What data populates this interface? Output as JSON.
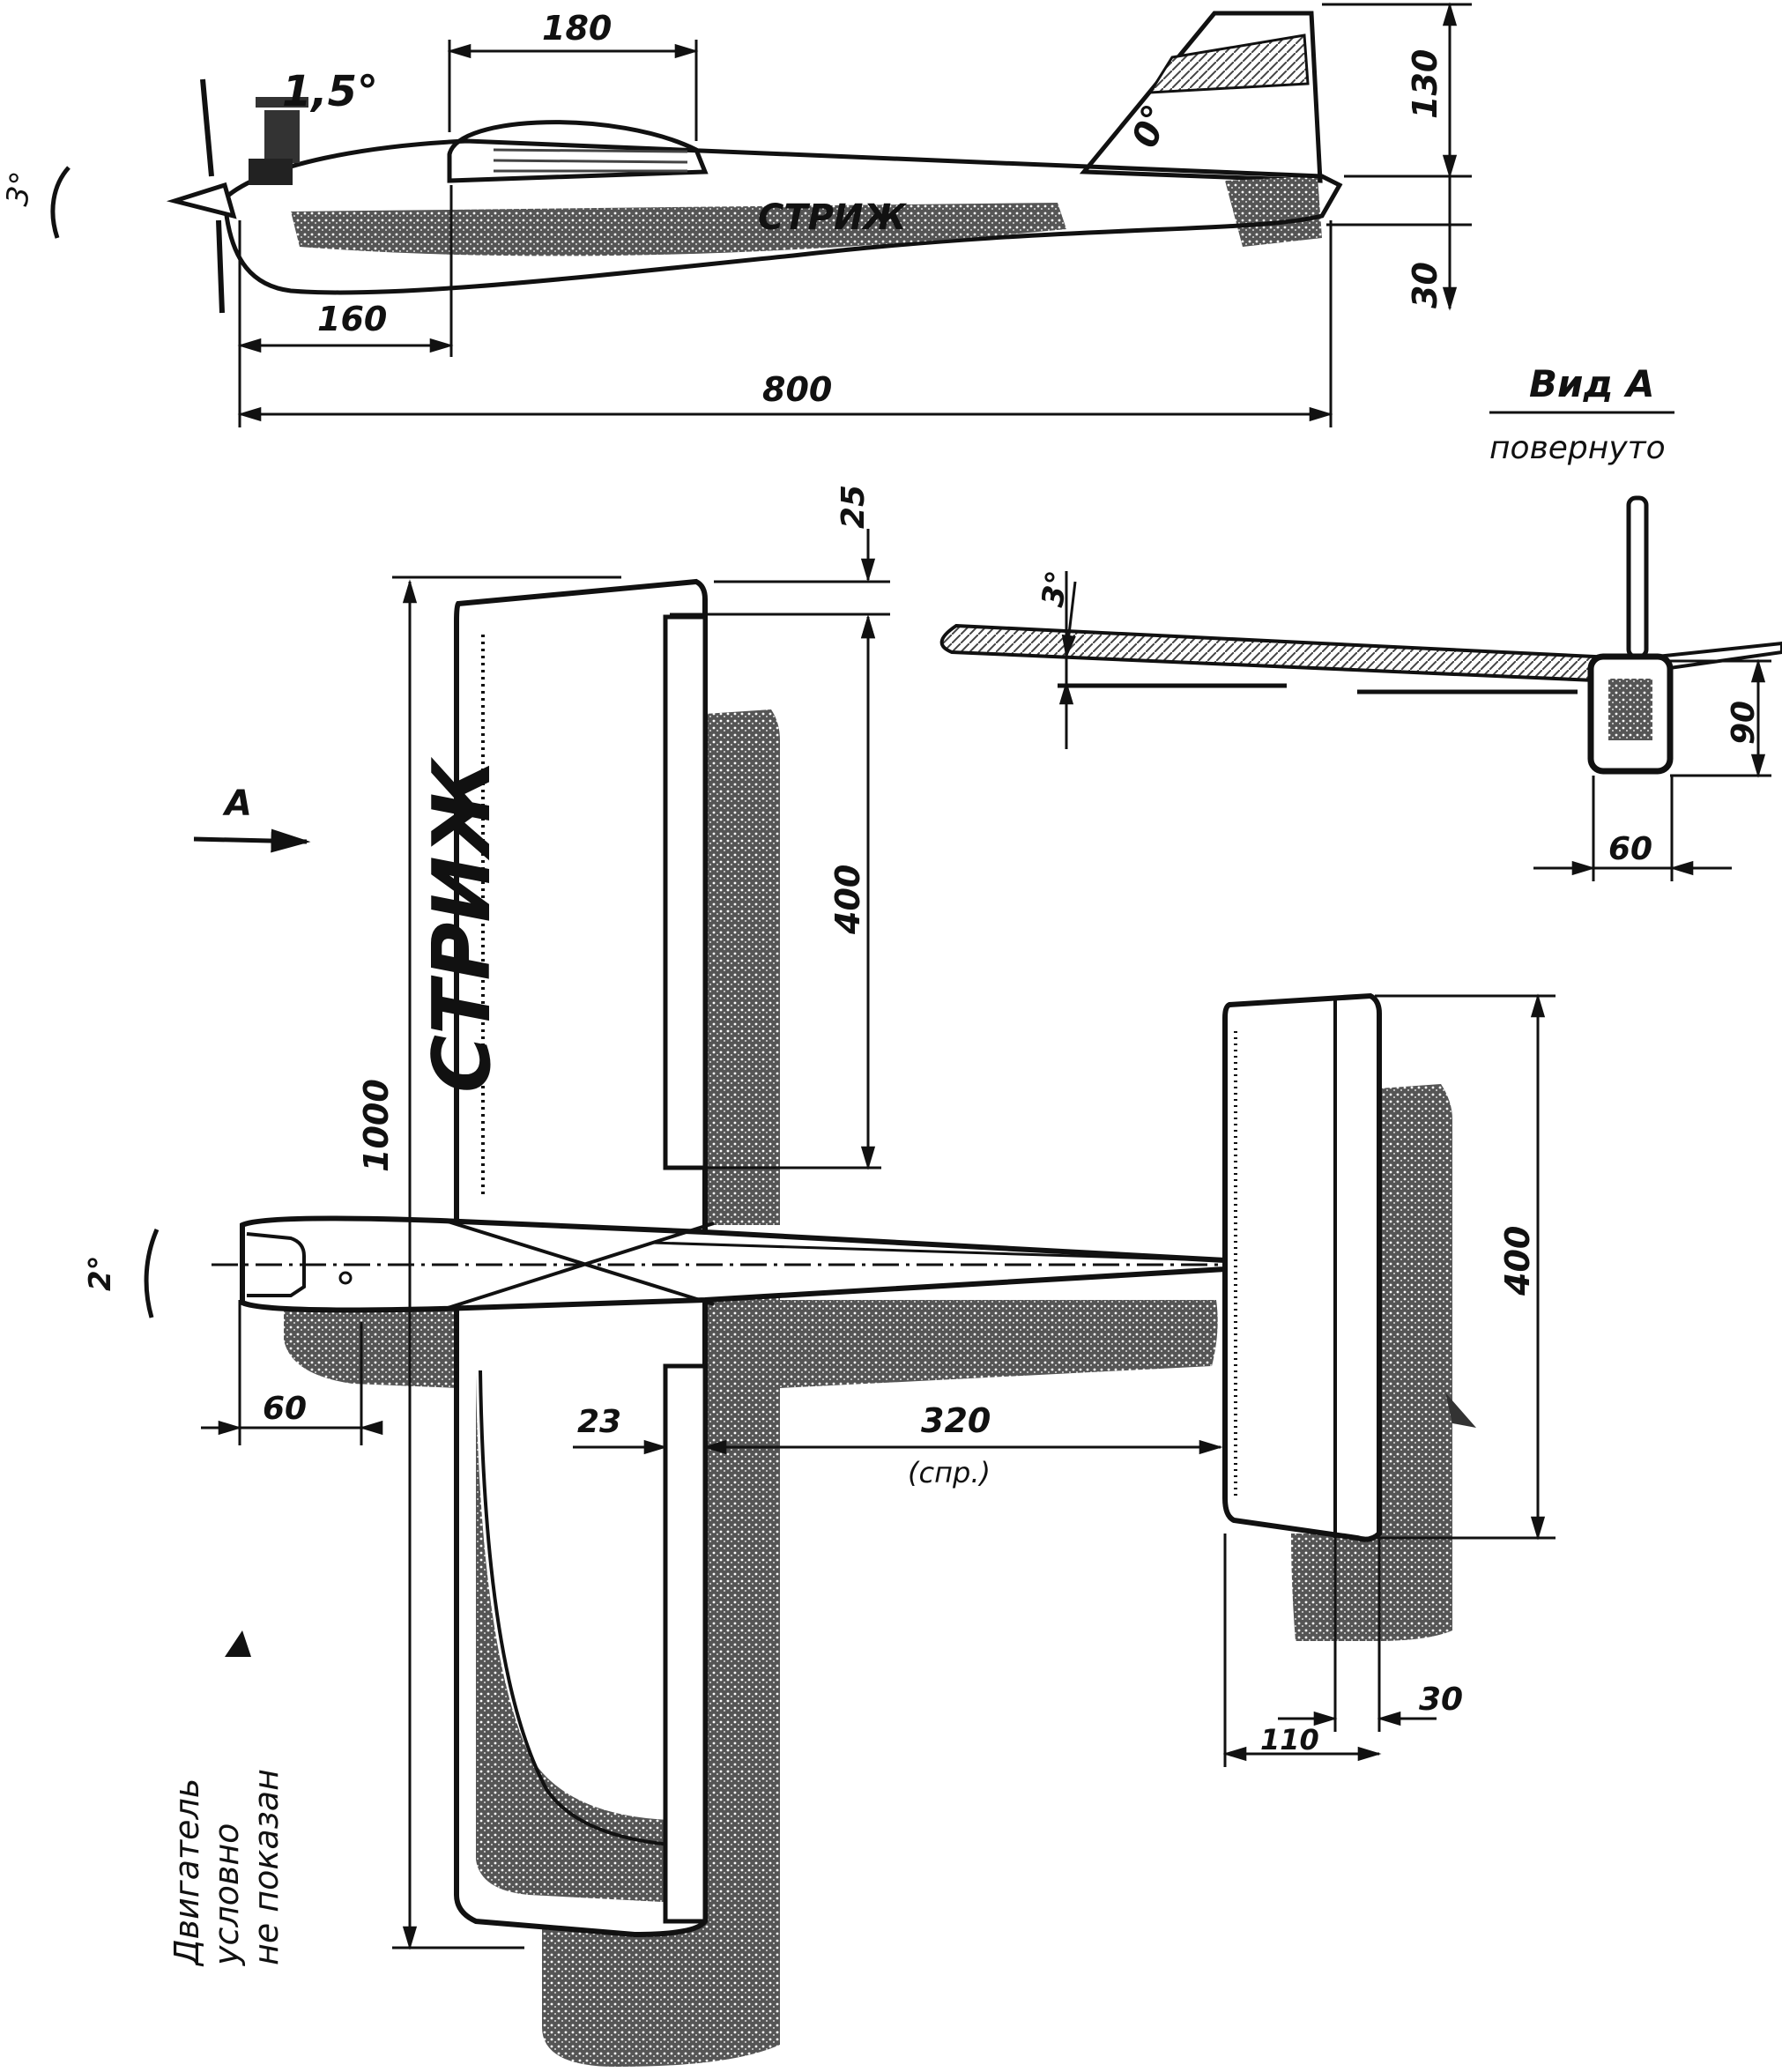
{
  "side_view": {
    "dims": {
      "canopy_length": "180",
      "nose_to_wing": "160",
      "overall_length": "800",
      "fin_height": "130",
      "fin_below": "30"
    },
    "engine_angle": "1,5°",
    "fin_angle": "0°",
    "thrust_angle": "3°",
    "fuselage_lettering": "СТРИЖ"
  },
  "view_a": {
    "title": "Вид А",
    "subtitle": "повернуто",
    "dihedral": "3°",
    "fuselage_height": "90",
    "fuselage_width": "60"
  },
  "plan_view": {
    "arrow_label": "А",
    "dims": {
      "wingspan": "1000",
      "aileron_offset": "25",
      "flap_length": "400",
      "nose_length": "60",
      "wing_offset": "23",
      "tail_arm": "320",
      "tail_arm_note": "(спр.)",
      "stab_span": "400",
      "stab_chord": "110",
      "elevator_chord": "30"
    },
    "wing_lettering": "СТРИЖ",
    "side_thrust_angle": "2°",
    "note_lines": [
      "Двигатель",
      "условно",
      "не показан"
    ]
  }
}
